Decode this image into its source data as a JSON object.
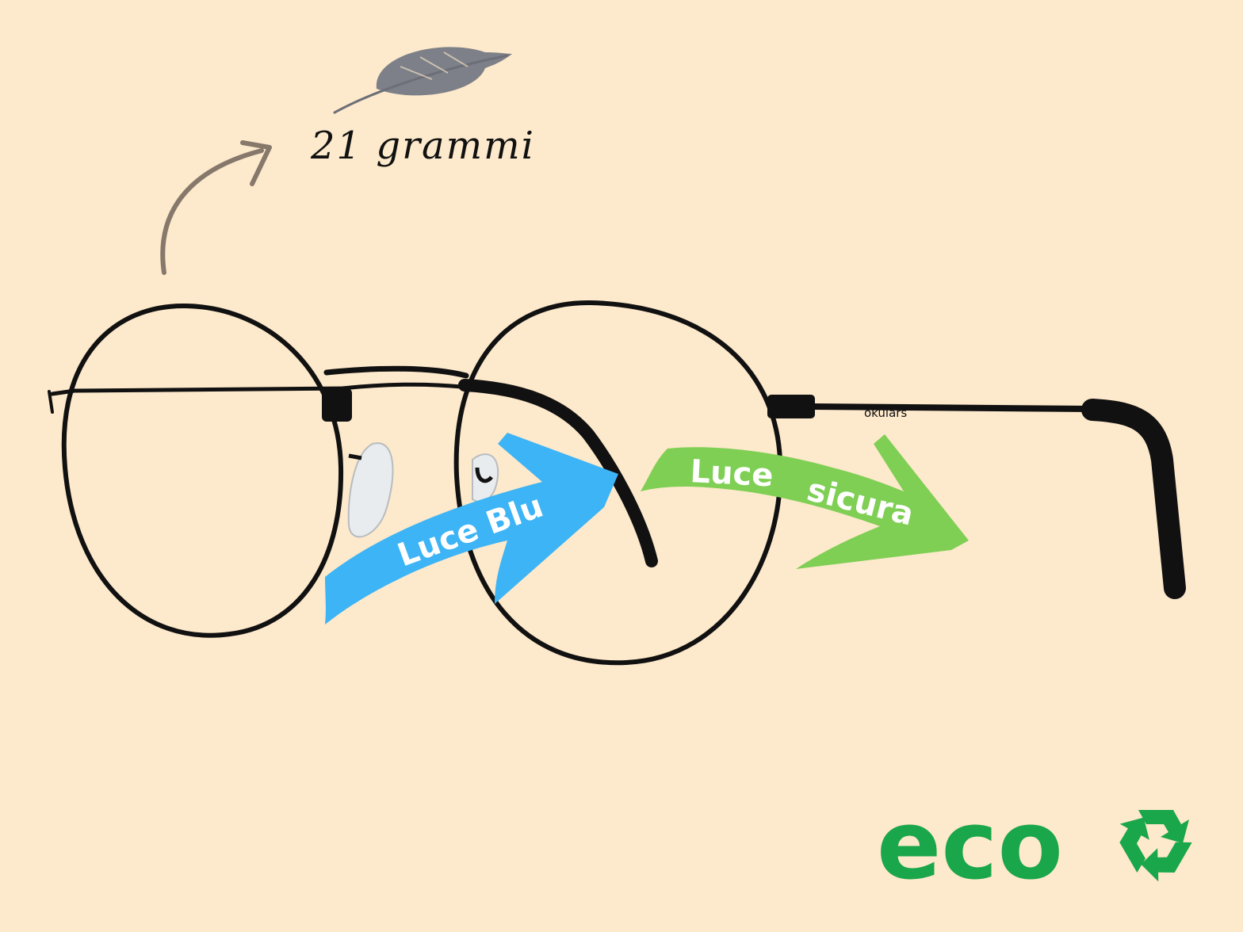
{
  "weight": {
    "text": "21 grammi"
  },
  "blue_arrow": {
    "label": "Luce Blu"
  },
  "green_arrow": {
    "label_1": "Luce",
    "label_2": "sicura"
  },
  "temple": {
    "brand": "okulars"
  },
  "eco": {
    "label": "eco"
  },
  "icons": [
    "feather-icon",
    "curved-arrow-icon",
    "recycle-icon"
  ],
  "colors": {
    "background": "#fde9cb",
    "frame": "#111111",
    "blue": "#3db4f5",
    "green": "#7fcf55",
    "eco_green": "#1aa64a",
    "feather": "#7d8088",
    "arrow_grey": "#86786a",
    "text_dark": "#111111"
  }
}
